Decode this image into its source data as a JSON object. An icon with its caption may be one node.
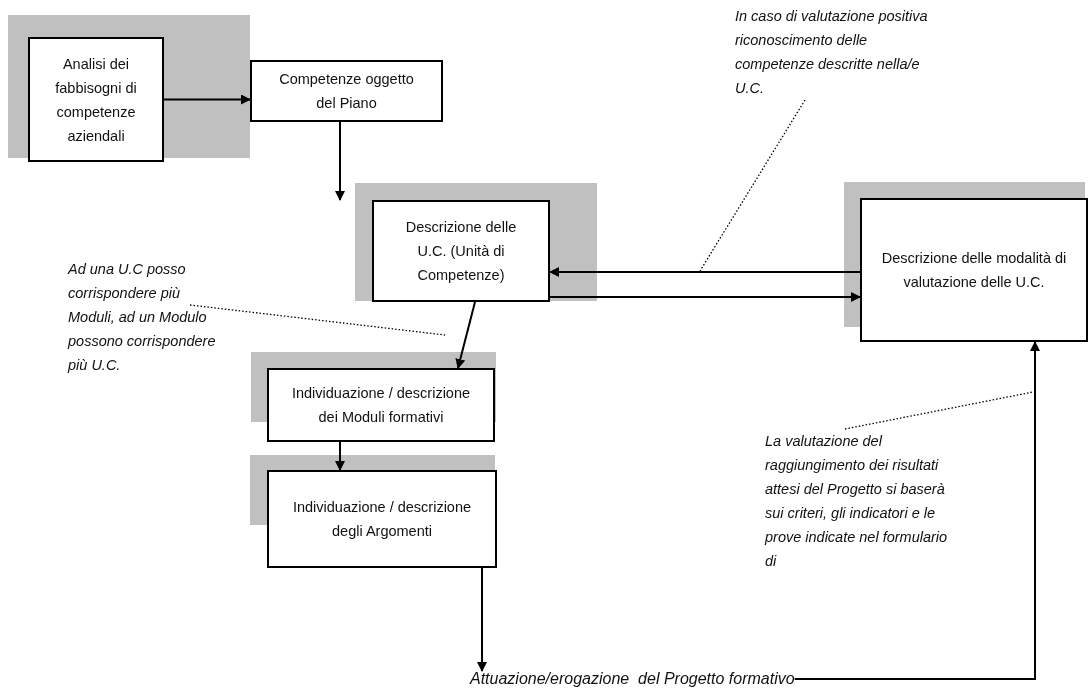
{
  "diagram": {
    "nodes": [
      {
        "text": [
          "Analisi dei fabbisogni di competenze aziendali"
        ]
      },
      {
        "text": [
          "Competenze oggetto del Piano"
        ]
      },
      {
        "text": [
          "Descrizione delle U.C. (Unità di Competenze)"
        ]
      },
      {
        "text": [
          "Descrizione delle modalità di valutazione delle U.C."
        ]
      },
      {
        "text": [
          "Individuazione / descrizione dei Moduli formativi"
        ]
      },
      {
        "text": [
          "Individuazione / descrizione degli Argomenti"
        ]
      },
      {
        "text": [
          "Attuazione/erogazione  del Progetto formativo"
        ]
      },
      {
        "text": [
          "In caso di valutazione positiva riconoscimento delle competenze descritte nella/e  U.C."
        ]
      },
      {
        "text": [
          "Ad una U.C posso corrispondere più Moduli, ad un Modulo possono corrispondere più U.C."
        ]
      },
      {
        "text": [
          "La valutazione del raggiungimento dei risultati attesi del Progetto si baserà sui criteri, gli indicatori e le prove indicate nel formulario di"
        ]
      }
    ],
    "edges": [
      {
        "from": 0,
        "to": 1,
        "arrow": "to"
      },
      {
        "from": 1,
        "to": 2,
        "arrow": "to"
      },
      {
        "from": 3,
        "to": 2,
        "arrow": "to"
      },
      {
        "from": 2,
        "to": 3,
        "arrow": "to"
      },
      {
        "from": 2,
        "to": 4,
        "arrow": "to"
      },
      {
        "from": 4,
        "to": 5,
        "arrow": "to"
      },
      {
        "from": 5,
        "to": 6,
        "arrow": "to"
      },
      {
        "from": 6,
        "to": 3,
        "arrow": "to"
      },
      {
        "from": 7,
        "to": null,
        "arrow": "none",
        "style": "dashed"
      },
      {
        "from": 8,
        "to": null,
        "arrow": "none",
        "style": "dashed"
      },
      {
        "from": 9,
        "to": null,
        "arrow": "none",
        "style": "dashed"
      }
    ]
  }
}
